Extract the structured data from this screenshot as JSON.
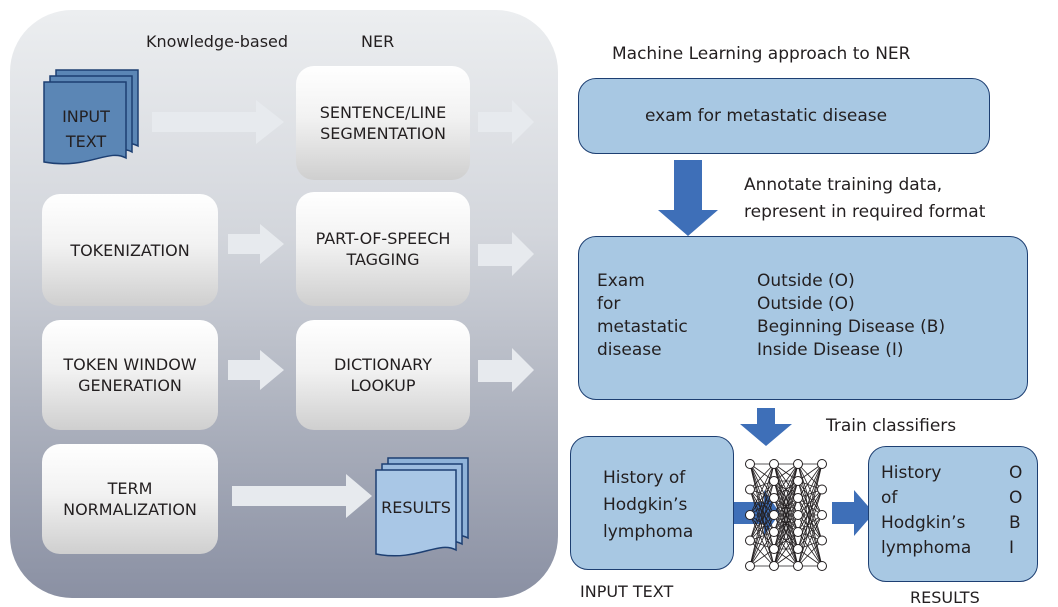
{
  "knowledge": {
    "title_left": "Knowledge-based",
    "title_right": "NER",
    "input_doc": [
      "INPUT",
      "TEXT"
    ],
    "steps": {
      "sentence": [
        "SENTENCE/LINE",
        "SEGMENTATION"
      ],
      "tokenization": "TOKENIZATION",
      "pos": [
        "PART-OF-SPEECH",
        "TAGGING"
      ],
      "window": [
        "TOKEN WINDOW",
        "GENERATION"
      ],
      "dictionary": [
        "DICTIONARY",
        "LOOKUP"
      ],
      "normalization": [
        "TERM",
        "NORMALIZATION"
      ]
    },
    "results_doc": "RESULTS"
  },
  "ml": {
    "title": "Machine Learning approach to NER",
    "sentence": "exam for metastatic disease",
    "annotate_note": [
      "Annotate training data,",
      "represent in required format"
    ],
    "tokens": [
      "Exam",
      "for",
      "metastatic",
      "disease"
    ],
    "tags": [
      "Outside (O)",
      "Outside (O)",
      "Beginning Disease (B)",
      "Inside Disease (I)"
    ],
    "train_note": "Train classifiers",
    "input_text": [
      "History of",
      "Hodgkin’s",
      "lymphoma"
    ],
    "input_label": "INPUT TEXT",
    "results_tokens": [
      "History",
      "of",
      "Hodgkin’s",
      "lymphoma"
    ],
    "results_tags": [
      "O",
      "O",
      "B",
      "I"
    ],
    "results_label": "RESULTS"
  },
  "colors": {
    "box_blue": "#a8c8e3",
    "doc_blue": "#5b86b5",
    "arrow_blue": "#3e6fb8",
    "outline_navy": "#1d3f72",
    "grey_arrow": "#e7eaee"
  }
}
